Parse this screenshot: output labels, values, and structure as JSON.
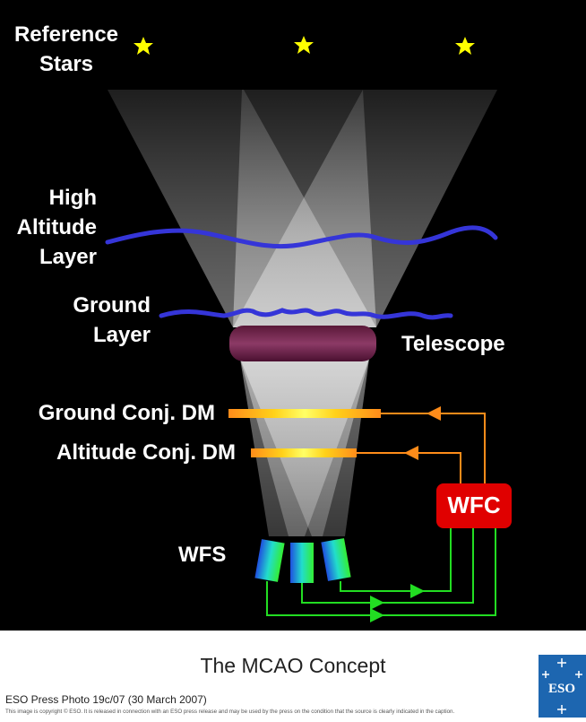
{
  "diagram": {
    "labels": {
      "reference_stars": "Reference Stars",
      "high_altitude_layer": "High Altitude Layer",
      "ground_layer": "Ground Layer",
      "telescope": "Telescope",
      "ground_conj_dm": "Ground Conj. DM",
      "altitude_conj_dm": "Altitude Conj. DM",
      "wfs": "WFS",
      "wfc": "WFC"
    },
    "colors": {
      "background": "#000000",
      "star": "#ffff00",
      "turbulence_layer": "#3535d8",
      "telescope": "#7a2a55",
      "dm_bar": "#ff8c1a",
      "wfc_box": "#e00000",
      "feedback_line_orange": "#ff8c1a",
      "feedback_line_green": "#22dd22",
      "wfs_gradient": [
        "#1f4fe0",
        "#22ddcc",
        "#33ee33"
      ]
    },
    "icons": [
      "star-icon",
      "arrow-icon"
    ]
  },
  "footer": {
    "title": "The MCAO Concept",
    "press_line": "ESO Press Photo 19c/07 (30 March 2007)",
    "copyright": "This image is copyright © ESO. It is released in connection with an ESO press release and may be used by the press on the condition that the source is clearly indicated in the caption.",
    "logo_text": "ESO"
  }
}
